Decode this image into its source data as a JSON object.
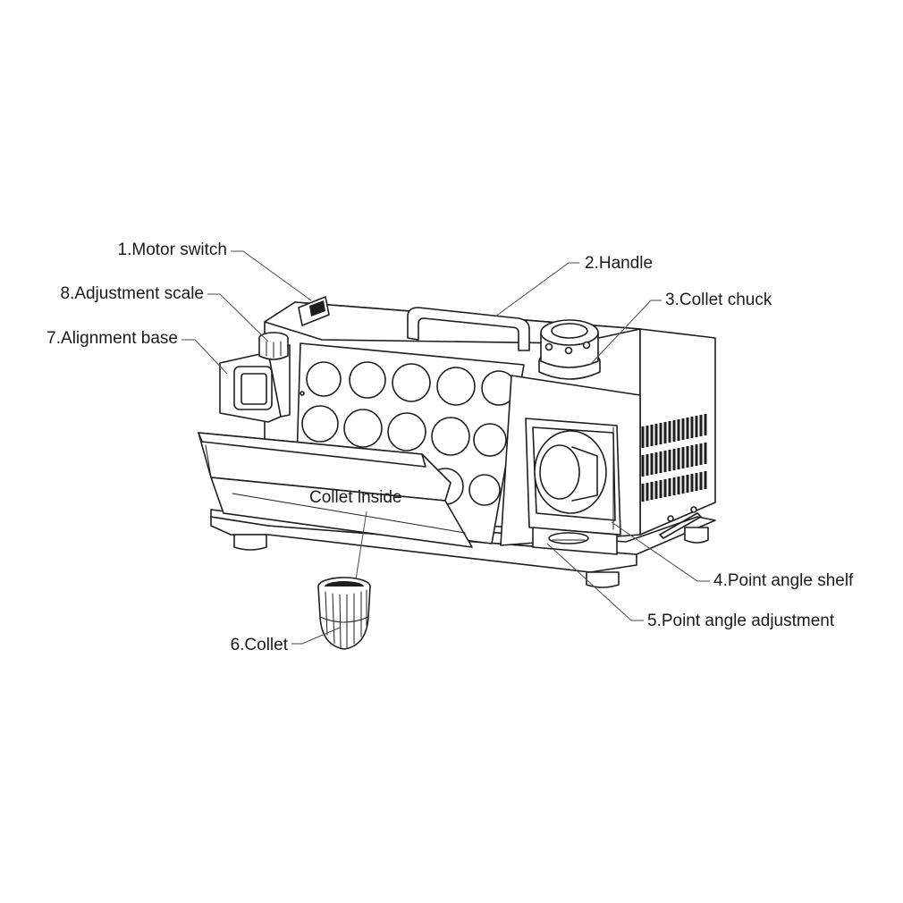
{
  "diagram": {
    "labels": {
      "motor_switch": "1.Motor switch",
      "handle": "2.Handle",
      "collet_chuck": "3.Collet chuck",
      "point_angle_shelf": "4.Point angle shelf",
      "point_angle_adjustment": "5.Point angle adjustment",
      "collet": "6.Collet",
      "alignment_base": "7.Alignment base",
      "adjustment_scale": "8.Adjustment scale",
      "collet_inside": "Collet inside"
    },
    "colors": {
      "line": "#1e1e1e",
      "background": "#ffffff",
      "text": "#1a1a1a"
    }
  }
}
